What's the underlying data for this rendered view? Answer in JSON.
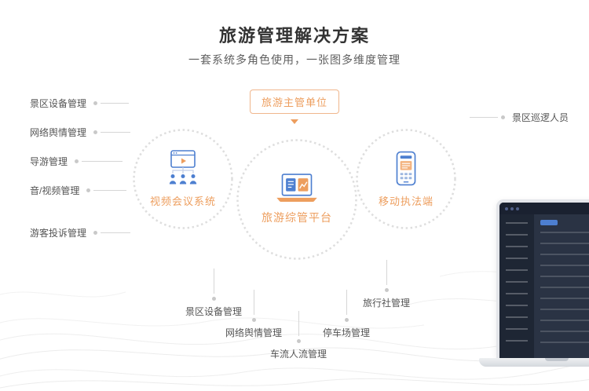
{
  "header": {
    "title": "旅游管理解决方案",
    "subtitle": "一套系统多角色使用，一张图多维度管理"
  },
  "badge": {
    "label": "旅游主管单位"
  },
  "nodes": {
    "video": {
      "label": "视频会议系统",
      "icon": "video-conference-icon"
    },
    "platform": {
      "label": "旅游综管平台",
      "icon": "laptop-chart-icon"
    },
    "mobile": {
      "label": "移动执法端",
      "icon": "handheld-terminal-icon"
    }
  },
  "left_labels": [
    "景区设备管理",
    "网络舆情管理",
    "导游管理",
    "音/视频管理",
    "游客投诉管理"
  ],
  "right_labels": [
    "景区巡逻人员"
  ],
  "bottom_labels": [
    "景区设备管理",
    "网络舆情管理",
    "车流人流管理",
    "停车场管理",
    "旅行社管理"
  ],
  "colors": {
    "accent": "#ed9e5e",
    "blue": "#4d7fd0",
    "line": "#d6d6d6",
    "ring": "#dedede"
  }
}
